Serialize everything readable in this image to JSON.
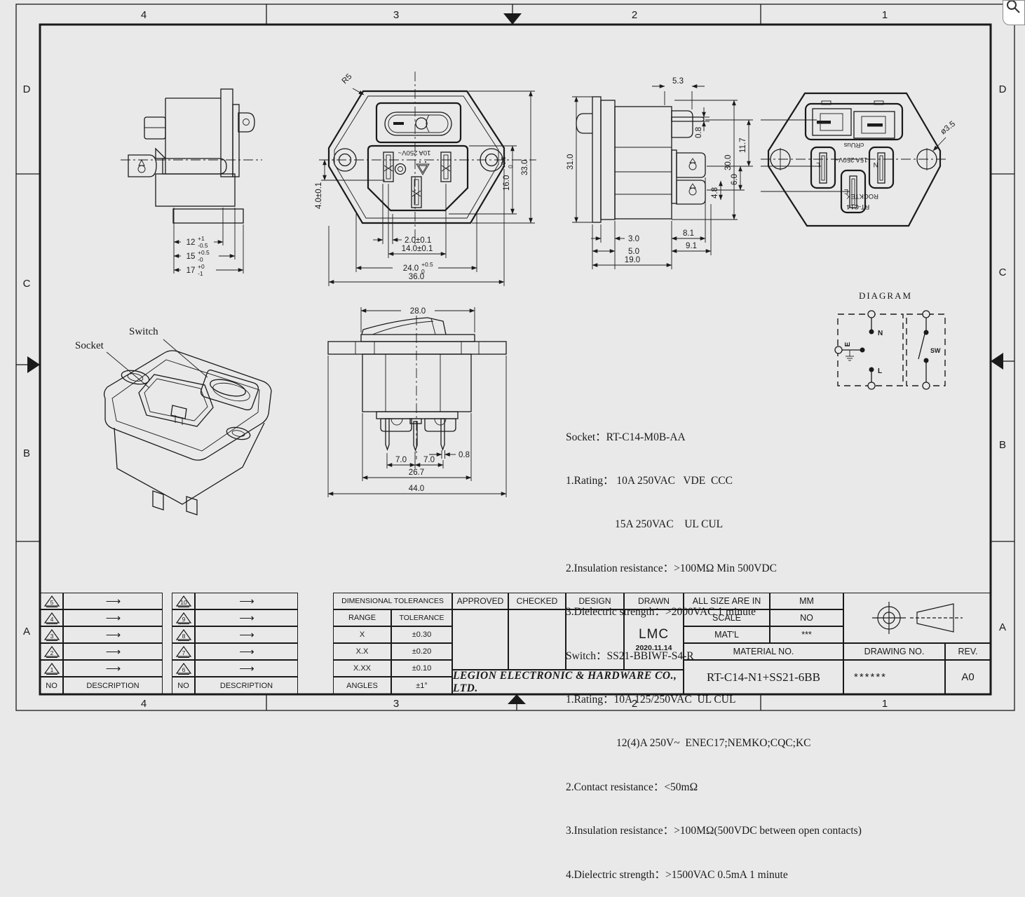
{
  "page": {
    "background": "#e9e9e9",
    "line_color": "#1a1a1a"
  },
  "icons": {
    "overlay": "magnifier-cursor",
    "projection": "third-angle-projection-symbol"
  },
  "border": {
    "top": [
      "4",
      "3",
      "2",
      "1"
    ],
    "bottom": [
      "4",
      "3",
      "2",
      "1"
    ],
    "left": [
      "D",
      "C",
      "B",
      "A"
    ],
    "right": [
      "D",
      "C",
      "B",
      "A"
    ]
  },
  "views": {
    "section_view": {
      "dim_12": {
        "v": "12",
        "sup": "+1",
        "sub": "-0.5"
      },
      "dim_15": {
        "v": "15",
        "sup": "+0.5",
        "sub": "-0"
      },
      "dim_17": {
        "v": "17",
        "sup": "+0",
        "sub": "-1"
      }
    },
    "front_view": {
      "radius": "R5",
      "rating": "10A 250V~",
      "dim_33": "33.0",
      "dim_16": {
        "v": "16.0",
        "sup": "+0.5",
        "sub": "0"
      },
      "dim_4": "4.0±0.1",
      "dim_2": "2.0±0.1",
      "dim_14": "14.0±0.1",
      "dim_24": {
        "v": "24.0",
        "sup": "+0.5",
        "sub": "0"
      },
      "dim_36": "36.0"
    },
    "side_view": {
      "dim_53": "5.3",
      "dim_08": "0.8",
      "dim_31": "31.0",
      "dim_30": "30.0",
      "dim_117": "11.7",
      "dim_6": "6.0",
      "dim_48": "4.8",
      "dim_3": "3.0",
      "dim_5": "5.0",
      "dim_19": "19.0",
      "dim_81": "8.1",
      "dim_91": "9.1"
    },
    "rear_view": {
      "dim_hole": "ø3.5",
      "terminal_l": "L",
      "terminal_n": "N",
      "terminal_e": "E",
      "cert": "cRUus",
      "rating": "15A 250V~",
      "brand": "ROCKTEK",
      "model": "RT-C14"
    },
    "top_view": {
      "dim_28": "28.0",
      "dim_7a": "7.0",
      "dim_7b": "7.0",
      "dim_08": "0.8",
      "dim_267": "26.7",
      "dim_44": "44.0"
    },
    "iso_view": {
      "socket_label": "Socket",
      "switch_label": "Switch"
    }
  },
  "diagram": {
    "title": "DIAGRAM",
    "n": "N",
    "l": "L",
    "e": "E",
    "sw": "SW"
  },
  "specs": {
    "lines": [
      "Socket：RT-C14-M0B-AA",
      "1.Rating： 10A 250VAC   VDE  CCC",
      "15A 250VAC    UL CUL",
      "2.Insulation resistance：>100MΩ Min 500VDC",
      "3.Dielectric strength：>2000VAC 1 minute",
      "Switch：SS21-BBIWF-S4-R",
      "1.Rating：10A 125/250VAC  UL CUL",
      "12(4)A 250V~  ENEC17;NEMKO;CQC;KC",
      "2.Contact resistance：<50mΩ",
      "3.Insulation resistance：>100MΩ(500VDC between open contacts)",
      "4.Dielectric strength：>1500VAC 0.5mA 1 minute"
    ]
  },
  "titleblock": {
    "rev_left": {
      "numbers": [
        "5",
        "4",
        "3",
        "2",
        "1"
      ],
      "no": "NO",
      "desc": "DESCRIPTION"
    },
    "rev_right": {
      "numbers": [
        "10",
        "9",
        "8",
        "7",
        "6"
      ],
      "no": "NO",
      "desc": "DESCRIPTION"
    },
    "tol": {
      "title": "DIMENSIONAL TOLERANCES",
      "range": "RANGE",
      "tolerance": "TOLERANCE",
      "rows": [
        [
          "X",
          "±0.30"
        ],
        [
          "X.X",
          "±0.20"
        ],
        [
          "X.XX",
          "±0.10"
        ],
        [
          "ANGLES",
          "±1°"
        ]
      ]
    },
    "approval": {
      "headers": [
        "APPROVED",
        "CHECKED",
        "DESIGN",
        "DRAWN"
      ],
      "drawn_by": "LMC",
      "date": "2020.11.14",
      "company": "LEGION ELECTRONIC & HARDWARE CO., LTD."
    },
    "info": {
      "size_label": "ALL SIZE ARE IN",
      "size_value": "MM",
      "scale_label": "SCALE",
      "scale_value": "NO",
      "matl_label": "MAT'L",
      "matl_value": "***",
      "material_no_label": "MATERIAL NO.",
      "material_no": "RT-C14-N1+SS21-6BB",
      "drawing_no_label": "DRAWING NO.",
      "drawing_no": "******",
      "rev_label": "REV.",
      "rev": "A0"
    }
  }
}
